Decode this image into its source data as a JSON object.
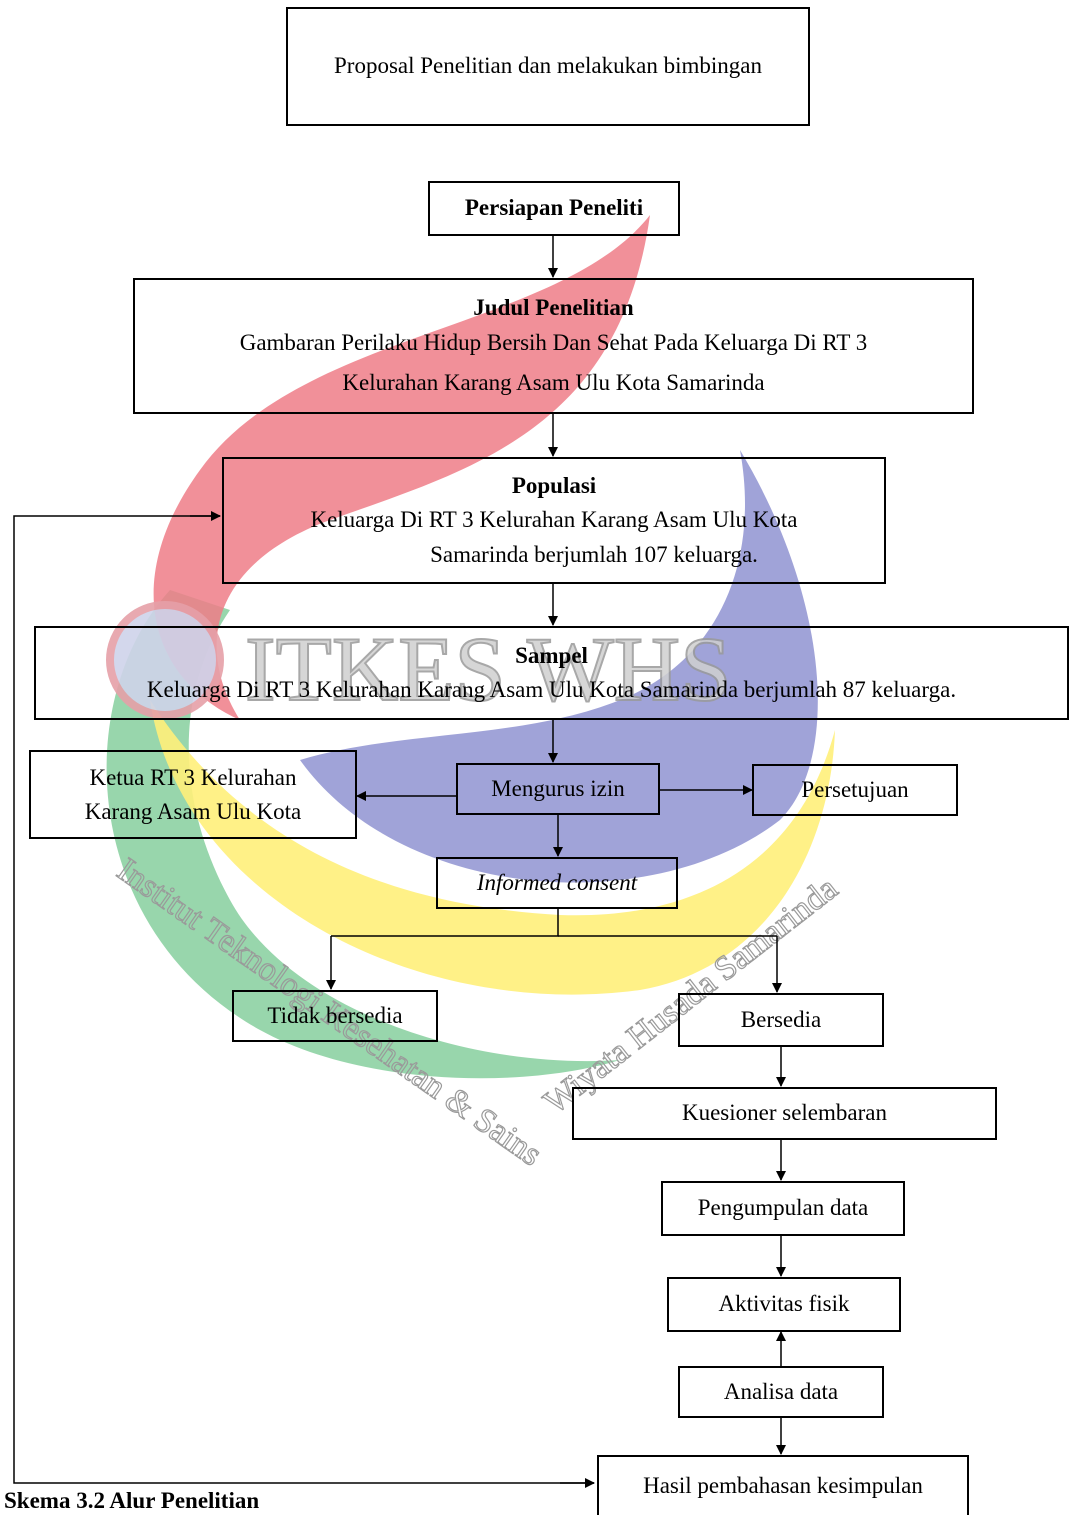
{
  "watermark": {
    "brand": "ITKES WHS",
    "institution_left": "Institut Teknologi Kesehatan & Sains",
    "institution_right": "Wiyata Husada Samarinda"
  },
  "diagram": {
    "proposal": "Proposal Penelitian dan melakukan bimbingan",
    "persiapan": "Persiapan Peneliti",
    "judul": {
      "title": "Judul Penelitian",
      "line1": "Gambaran Perilaku Hidup Bersih Dan Sehat Pada Keluarga Di RT 3",
      "line2": "Kelurahan Karang Asam Ulu Kota Samarinda"
    },
    "populasi": {
      "title": "Populasi",
      "line1": "Keluarga Di RT 3 Kelurahan Karang Asam Ulu Kota",
      "line2": "Samarinda berjumlah 107 keluarga."
    },
    "sampel": {
      "title": "Sampel",
      "line1": "Keluarga Di RT 3 Kelurahan Karang Asam Ulu Kota Samarinda berjumlah 87 keluarga."
    },
    "ketua_rt": {
      "line1": "Ketua RT 3 Kelurahan",
      "line2": "Karang Asam Ulu Kota"
    },
    "mengurus_izin": "Mengurus izin",
    "persetujuan": "Persetujuan",
    "informed_consent": "Informed consent",
    "tidak_bersedia": "Tidak bersedia",
    "bersedia": "Bersedia",
    "kuesioner": "Kuesioner selembaran",
    "pengumpulan": "Pengumpulan data",
    "aktivitas": "Aktivitas fisik",
    "analisa": "Analisa data",
    "hasil": "Hasil pembahasan kesimpulan"
  },
  "caption": "Skema 3.2 Alur Penelitian"
}
